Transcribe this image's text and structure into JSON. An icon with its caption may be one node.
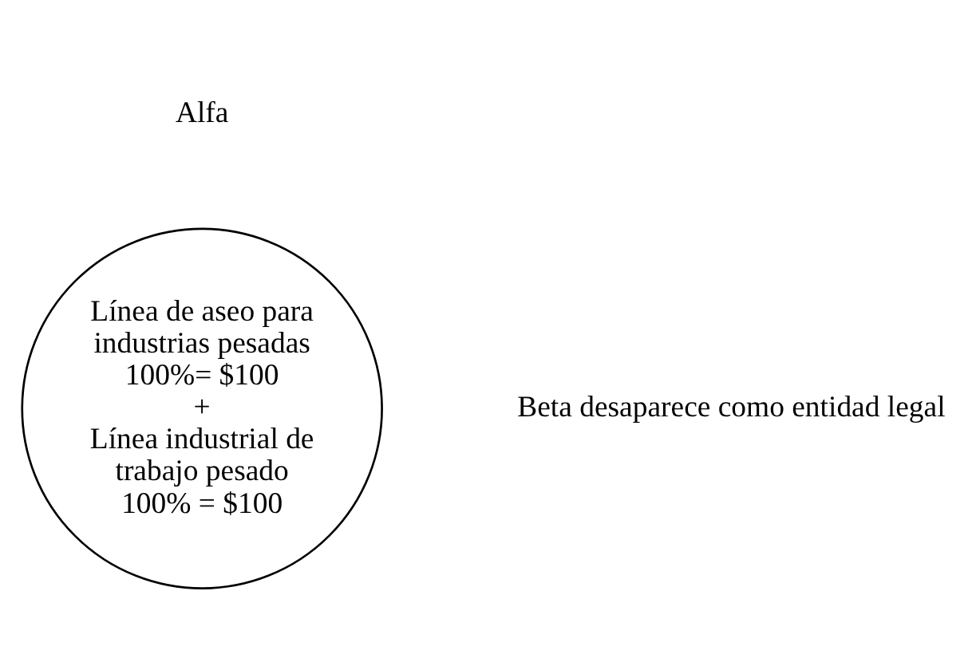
{
  "diagram": {
    "nodes": [
      {
        "text": [
          "Línea de aseo para industrias pesadas",
          "100%= $100",
          "+",
          "Línea industrial de trabajo pesado",
          "100% = $100"
        ]
      }
    ],
    "edges": [],
    "labels": [
      "Alfa",
      "Beta desaparece como entidad legal"
    ]
  }
}
